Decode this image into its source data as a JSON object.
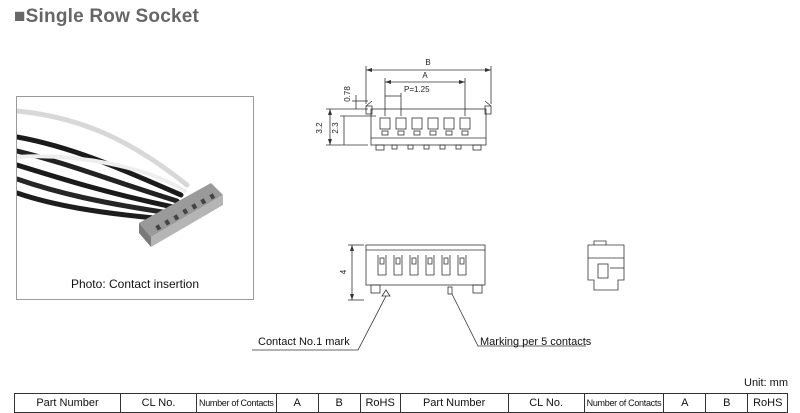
{
  "page": {
    "title": "■Single Row Socket",
    "photo_caption": "Photo: Contact insertion",
    "unit_note": "Unit: mm"
  },
  "drawing": {
    "dim_b": "B",
    "dim_a": "A",
    "pitch": "P=1.25",
    "dim_078": "0.78",
    "dim_32": "3.2",
    "dim_23": "2.3",
    "dim_4": "4",
    "callout_contact_no1": "Contact No.1 mark",
    "callout_marking": "Marking per 5 contacts"
  },
  "table": {
    "headers": [
      "Part Number",
      "CL No.",
      "Number of Contacts",
      "A",
      "B",
      "RoHS",
      "Part Number",
      "CL No.",
      "Number of Contacts",
      "A",
      "B",
      "RoHS"
    ]
  }
}
